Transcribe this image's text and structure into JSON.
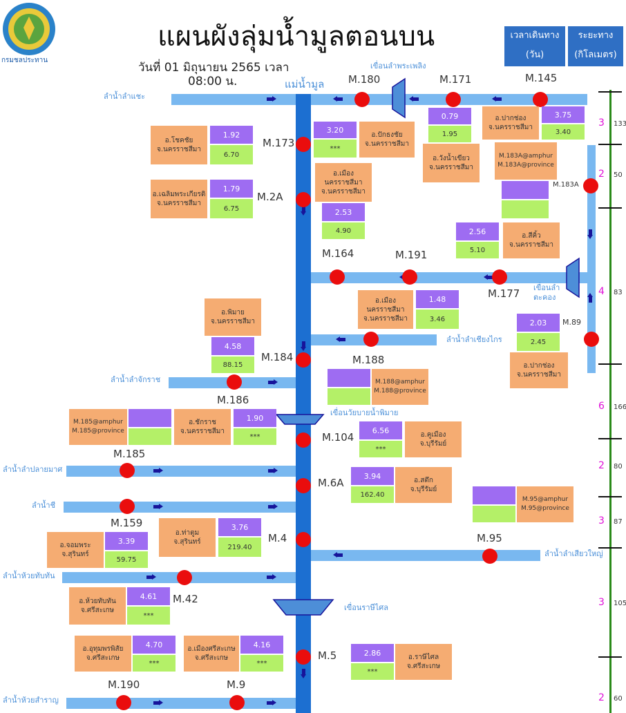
{
  "title": "แผนผังลุ่มน้ำมูลตอนบน",
  "date_line": "วันที่ 01 มิถุนายน 2565 เวลา",
  "time_line": "08:00 น.",
  "logo_text": "กรมชลประทาน",
  "header": {
    "travel_time": "เวลาเดินทาง",
    "travel_unit": "(วัน)",
    "distance": "ระยะทาง",
    "distance_unit": "(กิโลเมตร)"
  },
  "river_labels": {
    "main": "แม่น้ำมูล",
    "lamsae": "ลำน้ำลำแชะ",
    "phraphloeng": "เขื่อนลำพระเพลิง",
    "takhong_dam": "เขื่อนลำตะคอง",
    "chiangkrai": "ลำน้ำลำเชียงไกร",
    "chakkarat": "ลำน้ำลำจักราช",
    "phimai_weir": "เขื่อนวัยบายน้ำพิมาย",
    "plaimat": "ลำน้ำลำปลายมาศ",
    "chi": "ลำน้ำชี",
    "siaoyai": "ลำน้ำลำเสียวใหญ่",
    "huaythapthan": "ลำน้ำห้วยทับทัน",
    "rasisalai": "เขื่อนราษีไศล",
    "huaysamran": "ลำน้ำห้วยสำราญ"
  },
  "stations": {
    "m180": "M.180",
    "m171": "M.171",
    "m145": "M.145",
    "m173": "M.173",
    "m2a": "M.2A",
    "m183a": "M.183A",
    "m164": "M.164",
    "m191": "M.191",
    "m177": "M.177",
    "m89": "M.89",
    "m184": "M.184",
    "m188": "M.188",
    "m186": "M.186",
    "m104": "M.104",
    "m185": "M.185",
    "m6a": "M.6A",
    "m159": "M.159",
    "m4": "M.4",
    "m95": "M.95",
    "m42": "M.42",
    "m5": "M.5",
    "m190": "M.190",
    "m9": "M.9"
  },
  "boxes": {
    "m171": {
      "place": "อ.วังน้ำเขียว\nจ.นครราชสีมา",
      "level": "0.79",
      "flow": "1.95"
    },
    "m145": {
      "place": "อ.ปากช่อง\nจ.นครราชสีมา",
      "level": "3.75",
      "flow": "3.40"
    },
    "m173": {
      "place": "อ.ปักธงชัย\nจ.นครราชสีมา",
      "level": "3.20",
      "flow": "***"
    },
    "m2a_left": {
      "place": "อ.เฉลิมพระเกียรติ\nจ.นครราชสีมา",
      "level": "1.79",
      "flow": "6.75"
    },
    "m173_left": {
      "place": "อ.โชคชัย\nจ.นครราชสีมา",
      "level": "1.92",
      "flow": "6.70"
    },
    "m2a": {
      "place": "อ.เมือง\nนครราชสีมา\nจ.นครราชสีมา",
      "level": "2.53",
      "flow": "4.90"
    },
    "m183a": {
      "place": "M.183A@amphur\nM.183A@province",
      "level": "",
      "flow": ""
    },
    "m177": {
      "place": "อ.สีคิ้ว\nจ.นครราชสีมา",
      "level": "2.56",
      "flow": "5.10"
    },
    "m164": {
      "place": "อ.เมือง\nนครราชสีมา\nจ.นครราชสีมา",
      "level": "1.48",
      "flow": "3.46"
    },
    "m89": {
      "place": "อ.ปากช่อง\nจ.นครราชสีมา",
      "level": "2.03",
      "flow": "2.45"
    },
    "m184": {
      "place": "อ.พิมาย\nจ.นครราชสีมา",
      "level": "4.58",
      "flow": "88.15"
    },
    "m188": {
      "place": "M.188@amphur\nM.188@province",
      "level": "",
      "flow": ""
    },
    "m186": {
      "place": "อ.ชักราช\nจ.นครราชสีมา",
      "level": "1.90",
      "flow": "***"
    },
    "m185": {
      "place": "M.185@amphur\nM.185@province",
      "level": "",
      "flow": ""
    },
    "m104": {
      "place": "อ.คูเมือง\nจ.บุรีรัมย์",
      "level": "6.56",
      "flow": "***"
    },
    "m6a": {
      "place": "อ.สตึก\nจ.บุรีรัมย์",
      "level": "3.94",
      "flow": "162.40"
    },
    "m95": {
      "place": "M.95@amphur\nM.95@province",
      "level": "",
      "flow": ""
    },
    "m4": {
      "place": "อ.ท่าตูม\nจ.สุรินทร์",
      "level": "3.76",
      "flow": "219.40"
    },
    "m159": {
      "place": "อ.จอมพระ\nจ.สุรินทร์",
      "level": "3.39",
      "flow": "59.75"
    },
    "m42": {
      "place": "อ.ห้วยทับทัน\nจ.ศรีสะเกษ",
      "level": "4.61",
      "flow": "***"
    },
    "m5a": {
      "place": "อ.อุทุมพรพิสัย\nจ.ศรีสะเกษ",
      "level": "4.70",
      "flow": "***"
    },
    "m5b": {
      "place": "อ.เมืองศรีสะเกษ\nจ.ศรีสะเกษ",
      "level": "4.16",
      "flow": "***"
    },
    "m5": {
      "place": "อ.ราษีไศล\nจ.ศรีสะเกษ",
      "level": "2.86",
      "flow": "***"
    }
  },
  "scale": [
    {
      "days": "3",
      "km": "133"
    },
    {
      "days": "2",
      "km": "50"
    },
    {
      "days": "4",
      "km": "83"
    },
    {
      "days": "6",
      "km": "166"
    },
    {
      "days": "2",
      "km": "80"
    },
    {
      "days": "3",
      "km": "87"
    },
    {
      "days": "3",
      "km": "105"
    },
    {
      "days": "2",
      "km": "60"
    }
  ],
  "colors": {
    "main_river": "#1c6fd1",
    "tributary": "#79b8f0",
    "station": "#ea0d0d",
    "place_box": "#f5ac72",
    "level_box": "#9e6cf2",
    "flow_box": "#b4f068",
    "scale_line": "#2a8a19",
    "header": "#2f6fc4"
  }
}
